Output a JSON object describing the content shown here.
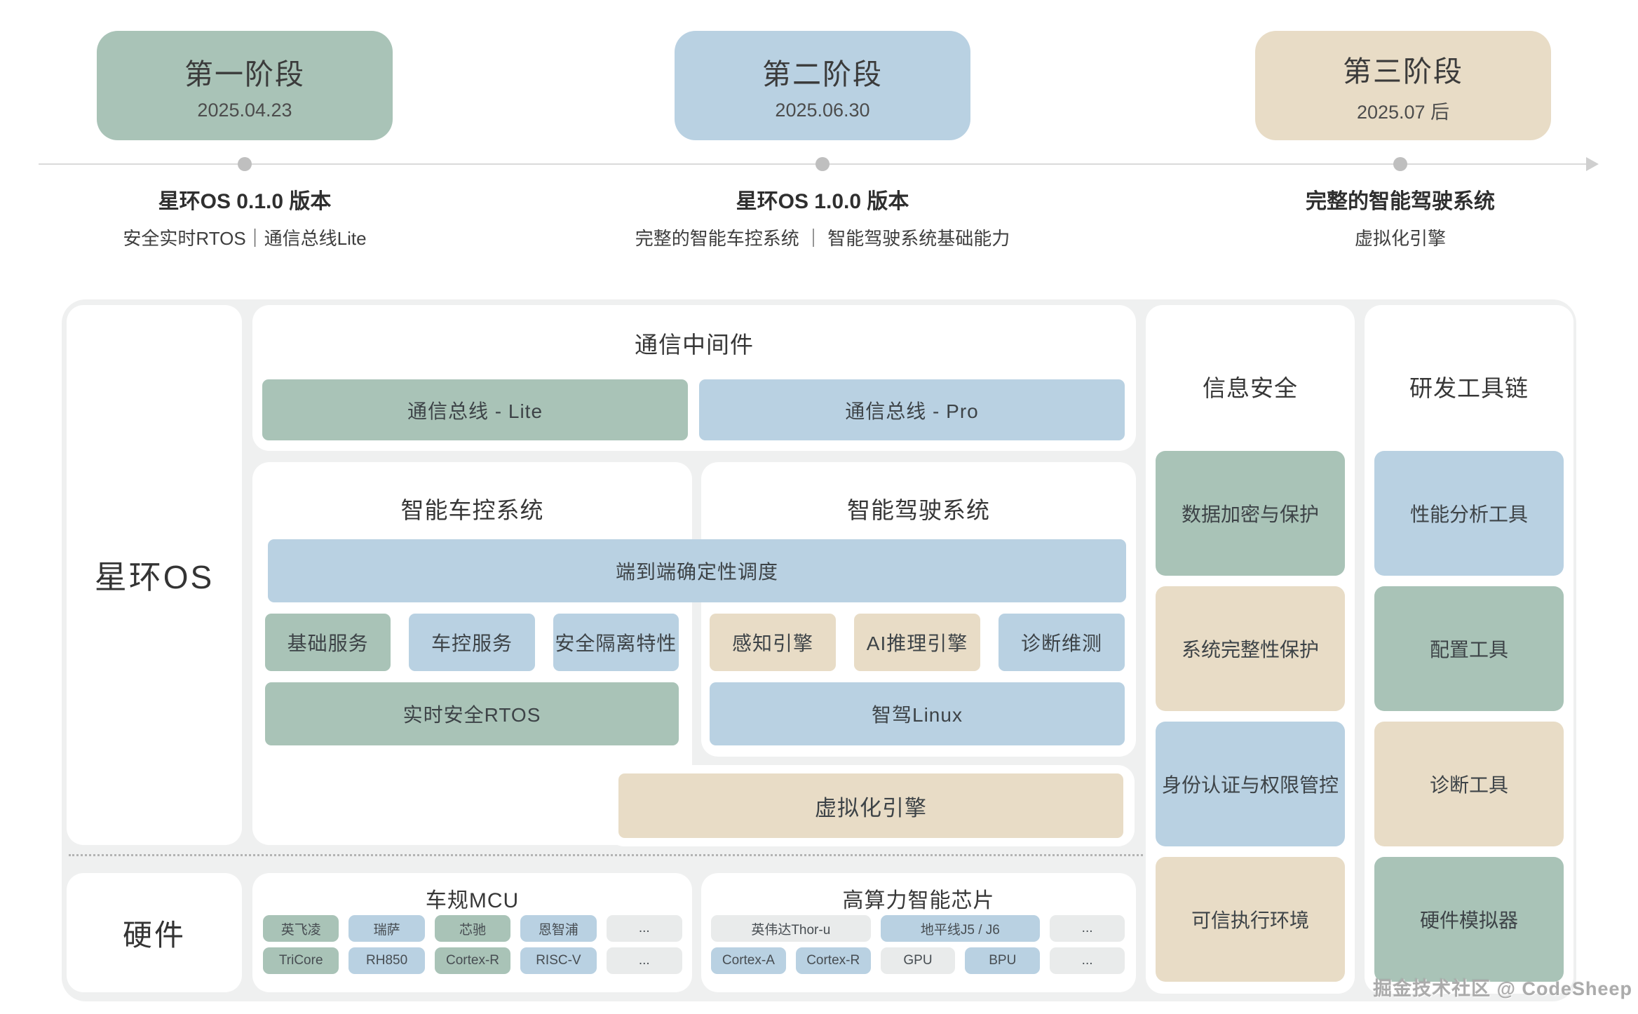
{
  "colors": {
    "green": "#a9c3b7",
    "blue": "#b9d1e2",
    "beige": "#e8dcc6",
    "gray": "#e9ebeb",
    "container": "#eff0f0",
    "panel": "#ffffff"
  },
  "timeline": {
    "stages": [
      {
        "title": "第一阶段",
        "date": "2025.04.23",
        "headline": "星环OS 0.1.0 版本",
        "subline": "安全实时RTOS｜通信总线Lite"
      },
      {
        "title": "第二阶段",
        "date": "2025.06.30",
        "headline": "星环OS 1.0.0 版本",
        "subline": "完整的智能车控系统 ｜ 智能驾驶系统基础能力"
      },
      {
        "title": "第三阶段",
        "date": "2025.07 后",
        "headline": "完整的智能驾驶系统",
        "subline": "虚拟化引擎"
      }
    ]
  },
  "architecture": {
    "os_label": "星环OS",
    "hardware_label": "硬件",
    "middleware": {
      "title": "通信中间件",
      "bars": [
        {
          "label": "通信总线 - Lite"
        },
        {
          "label": "通信总线 - Pro"
        }
      ]
    },
    "scheduling_bar": "端到端确定性调度",
    "vehicle_control": {
      "title": "智能车控系统",
      "chips": [
        {
          "label": "基础服务"
        },
        {
          "label": "车控服务"
        },
        {
          "label": "安全隔离特性"
        }
      ],
      "base_bar": "实时安全RTOS"
    },
    "intelligent_driving": {
      "title": "智能驾驶系统",
      "chips": [
        {
          "label": "感知引擎"
        },
        {
          "label": "AI推理引擎"
        },
        {
          "label": "诊断维测"
        }
      ],
      "base_bar": "智驾Linux"
    },
    "virtualization_bar": "虚拟化引擎",
    "security": {
      "title": "信息安全",
      "blocks": [
        {
          "label": "数据加密与保护"
        },
        {
          "label": "系统完整性保护"
        },
        {
          "label": "身份认证与权限管控"
        },
        {
          "label": "可信执行环境"
        }
      ]
    },
    "toolchain": {
      "title": "研发工具链",
      "blocks": [
        {
          "label": "性能分析工具"
        },
        {
          "label": "配置工具"
        },
        {
          "label": "诊断工具"
        },
        {
          "label": "硬件模拟器"
        }
      ]
    },
    "mcu": {
      "title": "车规MCU",
      "row1": [
        {
          "label": "英飞凌"
        },
        {
          "label": "瑞萨"
        },
        {
          "label": "芯驰"
        },
        {
          "label": "恩智浦"
        },
        {
          "label": "..."
        }
      ],
      "row2": [
        {
          "label": "TriCore"
        },
        {
          "label": "RH850"
        },
        {
          "label": "Cortex-R"
        },
        {
          "label": "RISC-V"
        },
        {
          "label": "..."
        }
      ]
    },
    "soc": {
      "title": "高算力智能芯片",
      "row1": [
        {
          "label": "英伟达Thor-u"
        },
        {
          "label": "地平线J5 / J6"
        },
        {
          "label": "..."
        }
      ],
      "row2": [
        {
          "label": "Cortex-A"
        },
        {
          "label": "Cortex-R"
        },
        {
          "label": "GPU"
        },
        {
          "label": "BPU"
        },
        {
          "label": "..."
        }
      ]
    }
  },
  "watermark": "掘金技术社区 @ CodeSheep"
}
